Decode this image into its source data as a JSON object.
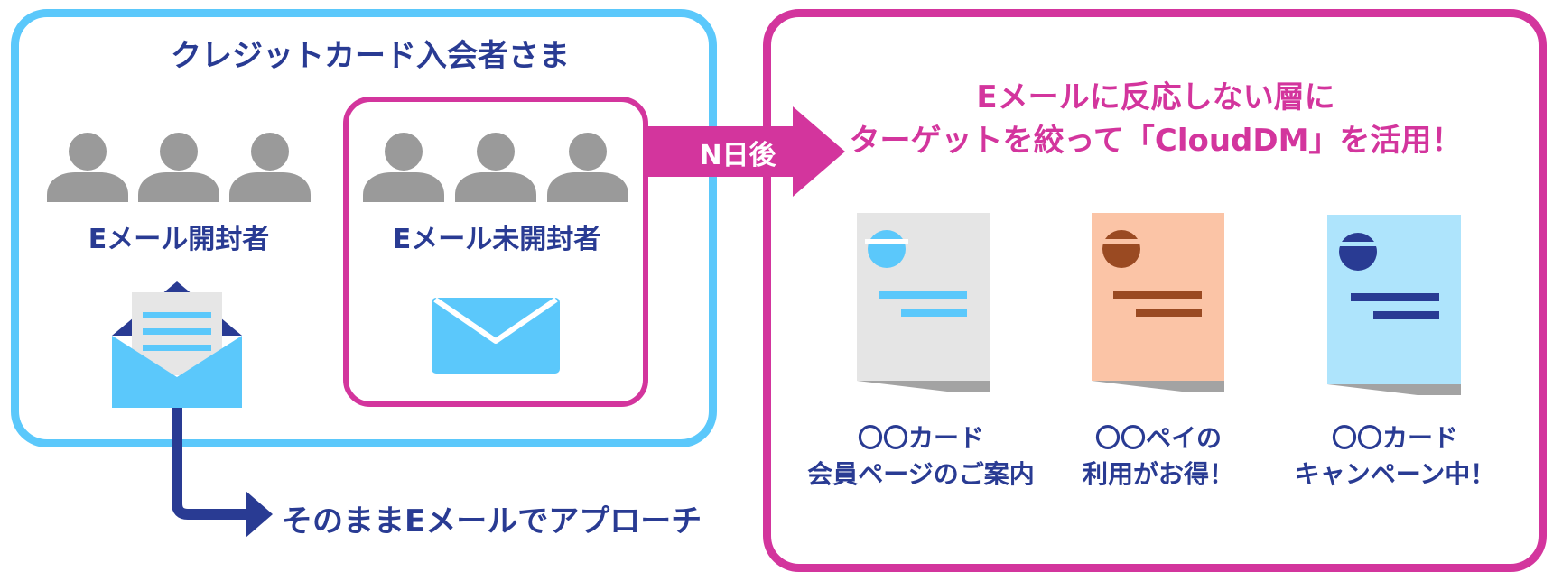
{
  "left_panel": {
    "title": "クレジットカード入会者さま",
    "opened_label": "Eメール開封者",
    "unopened_label": "Eメール未開封者"
  },
  "arrow_label": "N日後",
  "approach_label": "そのままEメールでアプローチ",
  "right_panel": {
    "title_line1": "Eメールに反応しない層に",
    "title_line2": "ターゲットを絞って「CloudDM」を活用！",
    "cards": [
      {
        "line1": "〇〇カード",
        "line2": "会員ページのご案内"
      },
      {
        "line1": "〇〇ペイの",
        "line2": "利用がお得！"
      },
      {
        "line1": "〇〇カード",
        "line2": "キャンペーン中！"
      }
    ]
  },
  "colors": {
    "cyan": "#5bc8fb",
    "magenta": "#d3359d",
    "navy": "#293b93",
    "gray_person": "#9a9a9a",
    "card1_bg": "#e5e5e5",
    "card2_bg": "#fbc4a6",
    "card3_bg": "#aee4fc",
    "brown": "#9a4a22"
  }
}
